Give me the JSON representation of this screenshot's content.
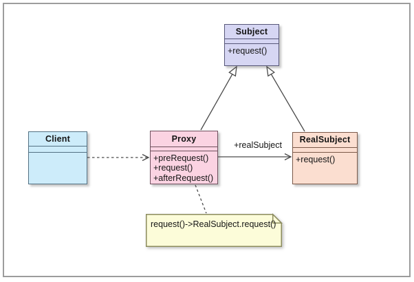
{
  "frame": {
    "border_color": "#9c9c9c",
    "background": "#ffffff"
  },
  "classes": {
    "subject": {
      "title": "Subject",
      "methods": [
        "+request()"
      ],
      "fill": "#d6d6f3",
      "stroke": "#565678"
    },
    "client": {
      "title": "Client",
      "methods": [],
      "fill": "#cdecfa",
      "stroke": "#527082"
    },
    "proxy": {
      "title": "Proxy",
      "methods": [
        "+preRequest()",
        "+request()",
        "+afterRequest()"
      ],
      "fill": "#fbd3e2",
      "stroke": "#6f505e"
    },
    "realsubject": {
      "title": "RealSubject",
      "methods": [
        "+request()"
      ],
      "fill": "#fbded0",
      "stroke": "#7a5848"
    }
  },
  "note": {
    "text": "request()->RealSubject.request()",
    "fill": "#fcfcd9",
    "stroke": "#8c8c5e"
  },
  "edges": {
    "line_color": "#4a4a4a",
    "proxy_to_subject": {
      "type": "generalization",
      "from": "Proxy",
      "to": "Subject"
    },
    "realsubject_to_subject": {
      "type": "generalization",
      "from": "RealSubject",
      "to": "Subject"
    },
    "client_to_proxy": {
      "type": "dashed-arrow",
      "from": "Client",
      "to": "Proxy"
    },
    "proxy_to_realsubject": {
      "type": "solid-arrow",
      "label": "+realSubject",
      "from": "Proxy",
      "to": "RealSubject"
    },
    "proxy_to_note": {
      "type": "dashed-line",
      "from": "Proxy",
      "to": "Note"
    }
  }
}
